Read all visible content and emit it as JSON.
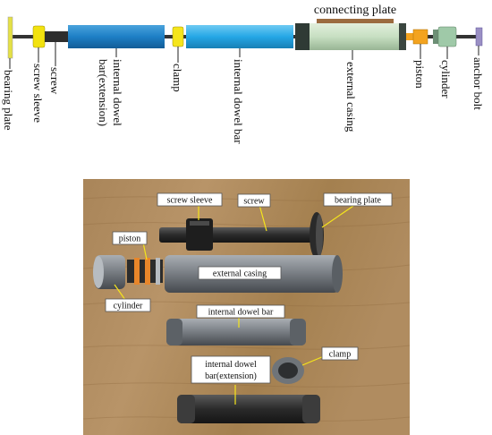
{
  "diagram": {
    "top_label": "connecting plate",
    "labels": {
      "bearing_plate": "bearing plate",
      "screw_sleeve": "screw sleeve",
      "screw": "screw",
      "internal_dowel_bar_ext_1": "internal dowel",
      "internal_dowel_bar_ext_2": "bar(extension)",
      "clamp": "clamp",
      "internal_dowel_bar": "internal dowel bar",
      "external_casing": "external casing",
      "piston": "piston",
      "cylinder": "cylinder",
      "anchor_bolt": "anchor bolt"
    }
  },
  "photo": {
    "labels": {
      "screw_sleeve": "screw sleeve",
      "screw": "screw",
      "bearing_plate": "bearing plate",
      "piston": "piston",
      "external_casing": "external casing",
      "cylinder": "cylinder",
      "internal_dowel_bar": "internal dowel bar",
      "clamp": "clamp",
      "internal_dowel_bar_ext_1": "internal dowel",
      "internal_dowel_bar_ext_2": "bar(extension)"
    }
  },
  "colors": {
    "bearing_plate": "#e4e046",
    "screw_sleeve": "#f2e20f",
    "screw": "#333333",
    "bar_ext": "#1d7fc6",
    "clamp": "#f5e51c",
    "bar": "#25a7e6",
    "casing_dark": "#2f3a35",
    "casing": "#c7dfc2",
    "connecting_plate": "#9b6b3f",
    "piston": "#f3a31f",
    "cylinder": "#9fc9a8",
    "anchor_bolt": "#9a8fc4"
  }
}
